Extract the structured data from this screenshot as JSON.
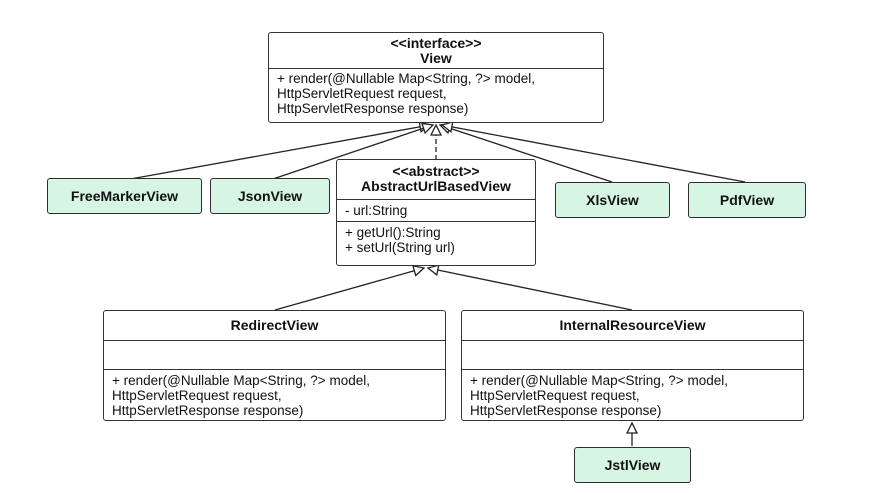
{
  "view": {
    "stereotype": "<<interface>>",
    "name": "View",
    "methods": [
      "+ render(@Nullable Map<String, ?> model,",
      "HttpServletRequest request,",
      "HttpServletResponse response)"
    ]
  },
  "abstract_url_based_view": {
    "stereotype": "<<abstract>>",
    "name": "AbstractUrlBasedView",
    "fields": [
      "- url:String"
    ],
    "methods": [
      "+ getUrl():String",
      "+ setUrl(String url)"
    ]
  },
  "free_marker_view": {
    "name": "FreeMarkerView"
  },
  "json_view": {
    "name": "JsonView"
  },
  "xls_view": {
    "name": "XlsView"
  },
  "pdf_view": {
    "name": "PdfView"
  },
  "redirect_view": {
    "name": "RedirectView",
    "methods": [
      "+ render(@Nullable Map<String, ?> model,",
      "HttpServletRequest request,",
      "HttpServletResponse response)"
    ]
  },
  "internal_resource_view": {
    "name": "InternalResourceView",
    "methods": [
      "+ render(@Nullable Map<String, ?> model,",
      "HttpServletRequest request,",
      "HttpServletResponse response)"
    ]
  },
  "jstl_view": {
    "name": "JstlView"
  },
  "colors": {
    "leaf_fill": "#d6f5e3",
    "border": "#333333",
    "edge": "#222222"
  }
}
